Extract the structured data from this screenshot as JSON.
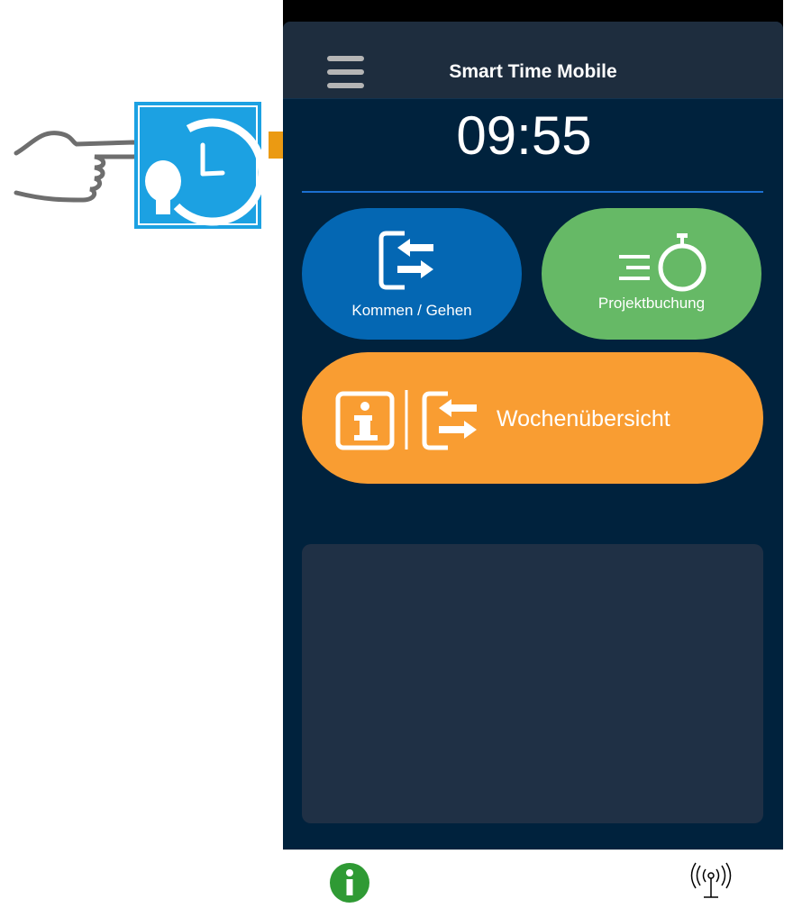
{
  "header": {
    "title": "Smart Time Mobile",
    "menu_icon": "hamburger-icon"
  },
  "clock": {
    "time": "09:55"
  },
  "buttons": {
    "kommen_gehen": "Kommen / Gehen",
    "projektbuchung": "Projektbuchung",
    "wochenuebersicht": "Wochenübersicht"
  },
  "footer": {
    "info_icon": "info-icon",
    "signal_icon": "antenna-signal-icon"
  },
  "colors": {
    "background": "#00223d",
    "header": "#1e2d3e",
    "kommen_gehen": "#0467b3",
    "projektbuchung": "#66b966",
    "wochenuebersicht": "#f99d32",
    "app_icon": "#1ca1e2",
    "arrow": "#eb9a12",
    "info_green": "#2f9a34"
  }
}
